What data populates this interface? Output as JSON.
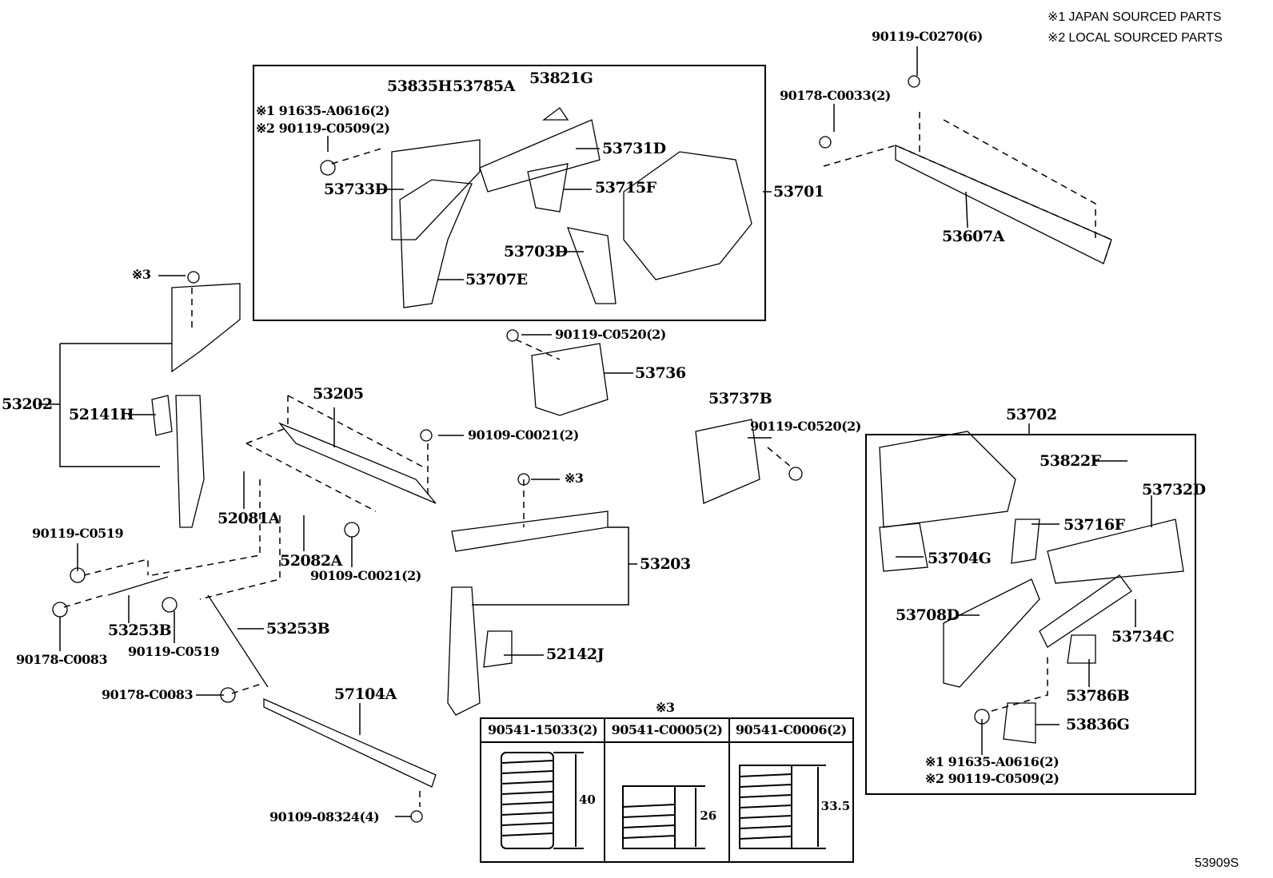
{
  "legend": {
    "items": [
      {
        "mark": "※1",
        "text": "JAPAN SOURCED PARTS"
      },
      {
        "mark": "※2",
        "text": "LOCAL SOURCED PARTS"
      }
    ]
  },
  "diagram_id": "53909S",
  "groups": {
    "upper_left_box": {
      "assembly": "53701",
      "parts": [
        "53835H",
        "53785A",
        "53821G",
        "53731D",
        "53733D",
        "53715F",
        "53703D",
        "53707E"
      ],
      "fastener_jp": "※1 91635-A0616(2)",
      "fastener_local": "※2 90119-C0509(2)"
    },
    "lower_right_box": {
      "assembly": "53702",
      "parts": [
        "53822F",
        "53732D",
        "53716F",
        "53704G",
        "53708D",
        "53734C",
        "53786B",
        "53836G"
      ],
      "fastener_jp": "※1 91635-A0616(2)",
      "fastener_local": "※2 90119-C0509(2)"
    }
  },
  "labels": {
    "p90119_c0270": "90119-C0270(6)",
    "p90178_c0033": "90178-C0033(2)",
    "p53607A": "53607A",
    "p_ref3_a": "※3",
    "p53202": "53202",
    "p52141H": "52141H",
    "p90119_c0520_a": "90119-C0520(2)",
    "p53736": "53736",
    "p53205": "53205",
    "p90109_c0021_a": "90109-C0021(2)",
    "p53737B": "53737B",
    "p90119_c0520_b": "90119-C0520(2)",
    "p_ref3_b": "※3",
    "p52081A": "52081A",
    "p52082A": "52082A",
    "p90109_c0021_b": "90109-C0021(2)",
    "p53203": "53203",
    "p90119_c0519_a": "90119-C0519",
    "p53253B_a": "53253B",
    "p53253B_b": "53253B",
    "p90178_c0083_a": "90178-C0083",
    "p90119_c0519_b": "90119-C0519",
    "p90178_c0083_b": "90178-C0083",
    "p57104A": "57104A",
    "p52142J": "52142J",
    "p90109_08324": "90109-08324(4)"
  },
  "spring_table": {
    "ref": "※3",
    "columns": [
      {
        "part": "90541-15033(2)",
        "length": "40"
      },
      {
        "part": "90541-C0005(2)",
        "length": "26"
      },
      {
        "part": "90541-C0006(2)",
        "length": "33.5"
      }
    ]
  }
}
